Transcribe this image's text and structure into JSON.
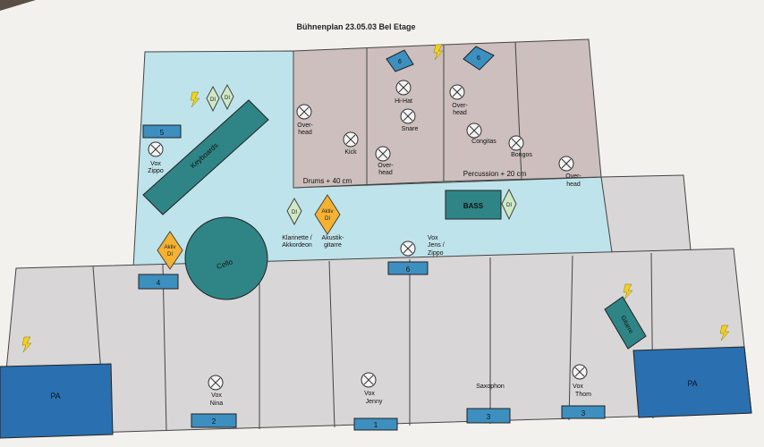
{
  "title": "Bühnenplan 23.05.03 Bel Etage",
  "colors": {
    "paper": "#f2f1ee",
    "light_blue": "#bfe3ea",
    "riser": "#cdbfbd",
    "front": "#d8d6d6",
    "teal": "#2f8586",
    "monitor": "#3d8fc0",
    "pa": "#2a6fb0",
    "di": "#cfe8c6",
    "aktiv": "#f5b230",
    "bolt": "#f1d11d"
  },
  "zones": {
    "drums": "Drums + 40 cm",
    "percussion": "Percussion + 20 cm"
  },
  "instruments": {
    "keyboards": "Keyboards",
    "cello": "Cello",
    "bass": "BASS",
    "gitarre": "Gitarre"
  },
  "pa": {
    "left": "PA",
    "right": "PA"
  },
  "di_boxes": {
    "di1": "DI",
    "di2": "DI",
    "di3": "DI",
    "di4": "DI",
    "aktiv1_line1": "Aktiv",
    "aktiv1_line2": "DI",
    "aktiv2_line1": "Aktiv",
    "aktiv2_line2": "DI"
  },
  "monitors": {
    "m1": "1",
    "m2": "2",
    "m3a": "3",
    "m3b": "3",
    "m4": "4",
    "m5": "5",
    "m6": "6",
    "m7": "6",
    "m8": "6"
  },
  "mics": {
    "vox_zippo_1": "Vox",
    "vox_zippo_2": "Zippo",
    "overhead1_1": "Over-",
    "overhead1_2": "head",
    "kick": "Kick",
    "overhead2_1": "Over-",
    "overhead2_2": "head",
    "hihat": "Hi-Hat",
    "snare": "Snare",
    "overhead3_1": "Over-",
    "overhead3_2": "head",
    "congitas": "Congitas",
    "bongos": "Bongos",
    "overhead4_1": "Over-",
    "overhead4_2": "head",
    "vox_jens_1": "Vox",
    "vox_jens_2": "Jens /",
    "vox_jens_3": "Zippo",
    "vox_nina_1": "Vox",
    "vox_nina_2": "Nina",
    "vox_jenny_1": "Vox",
    "vox_jenny_2": "Jenny",
    "saxophon": "Saxophon",
    "vox_thom_1": "Vox",
    "vox_thom_2": "Thom"
  },
  "labels": {
    "klarinette_1": "Klarinette /",
    "klarinette_2": "Akkordeon",
    "akustik_1": "Akustik-",
    "akustik_2": "gitarre"
  }
}
